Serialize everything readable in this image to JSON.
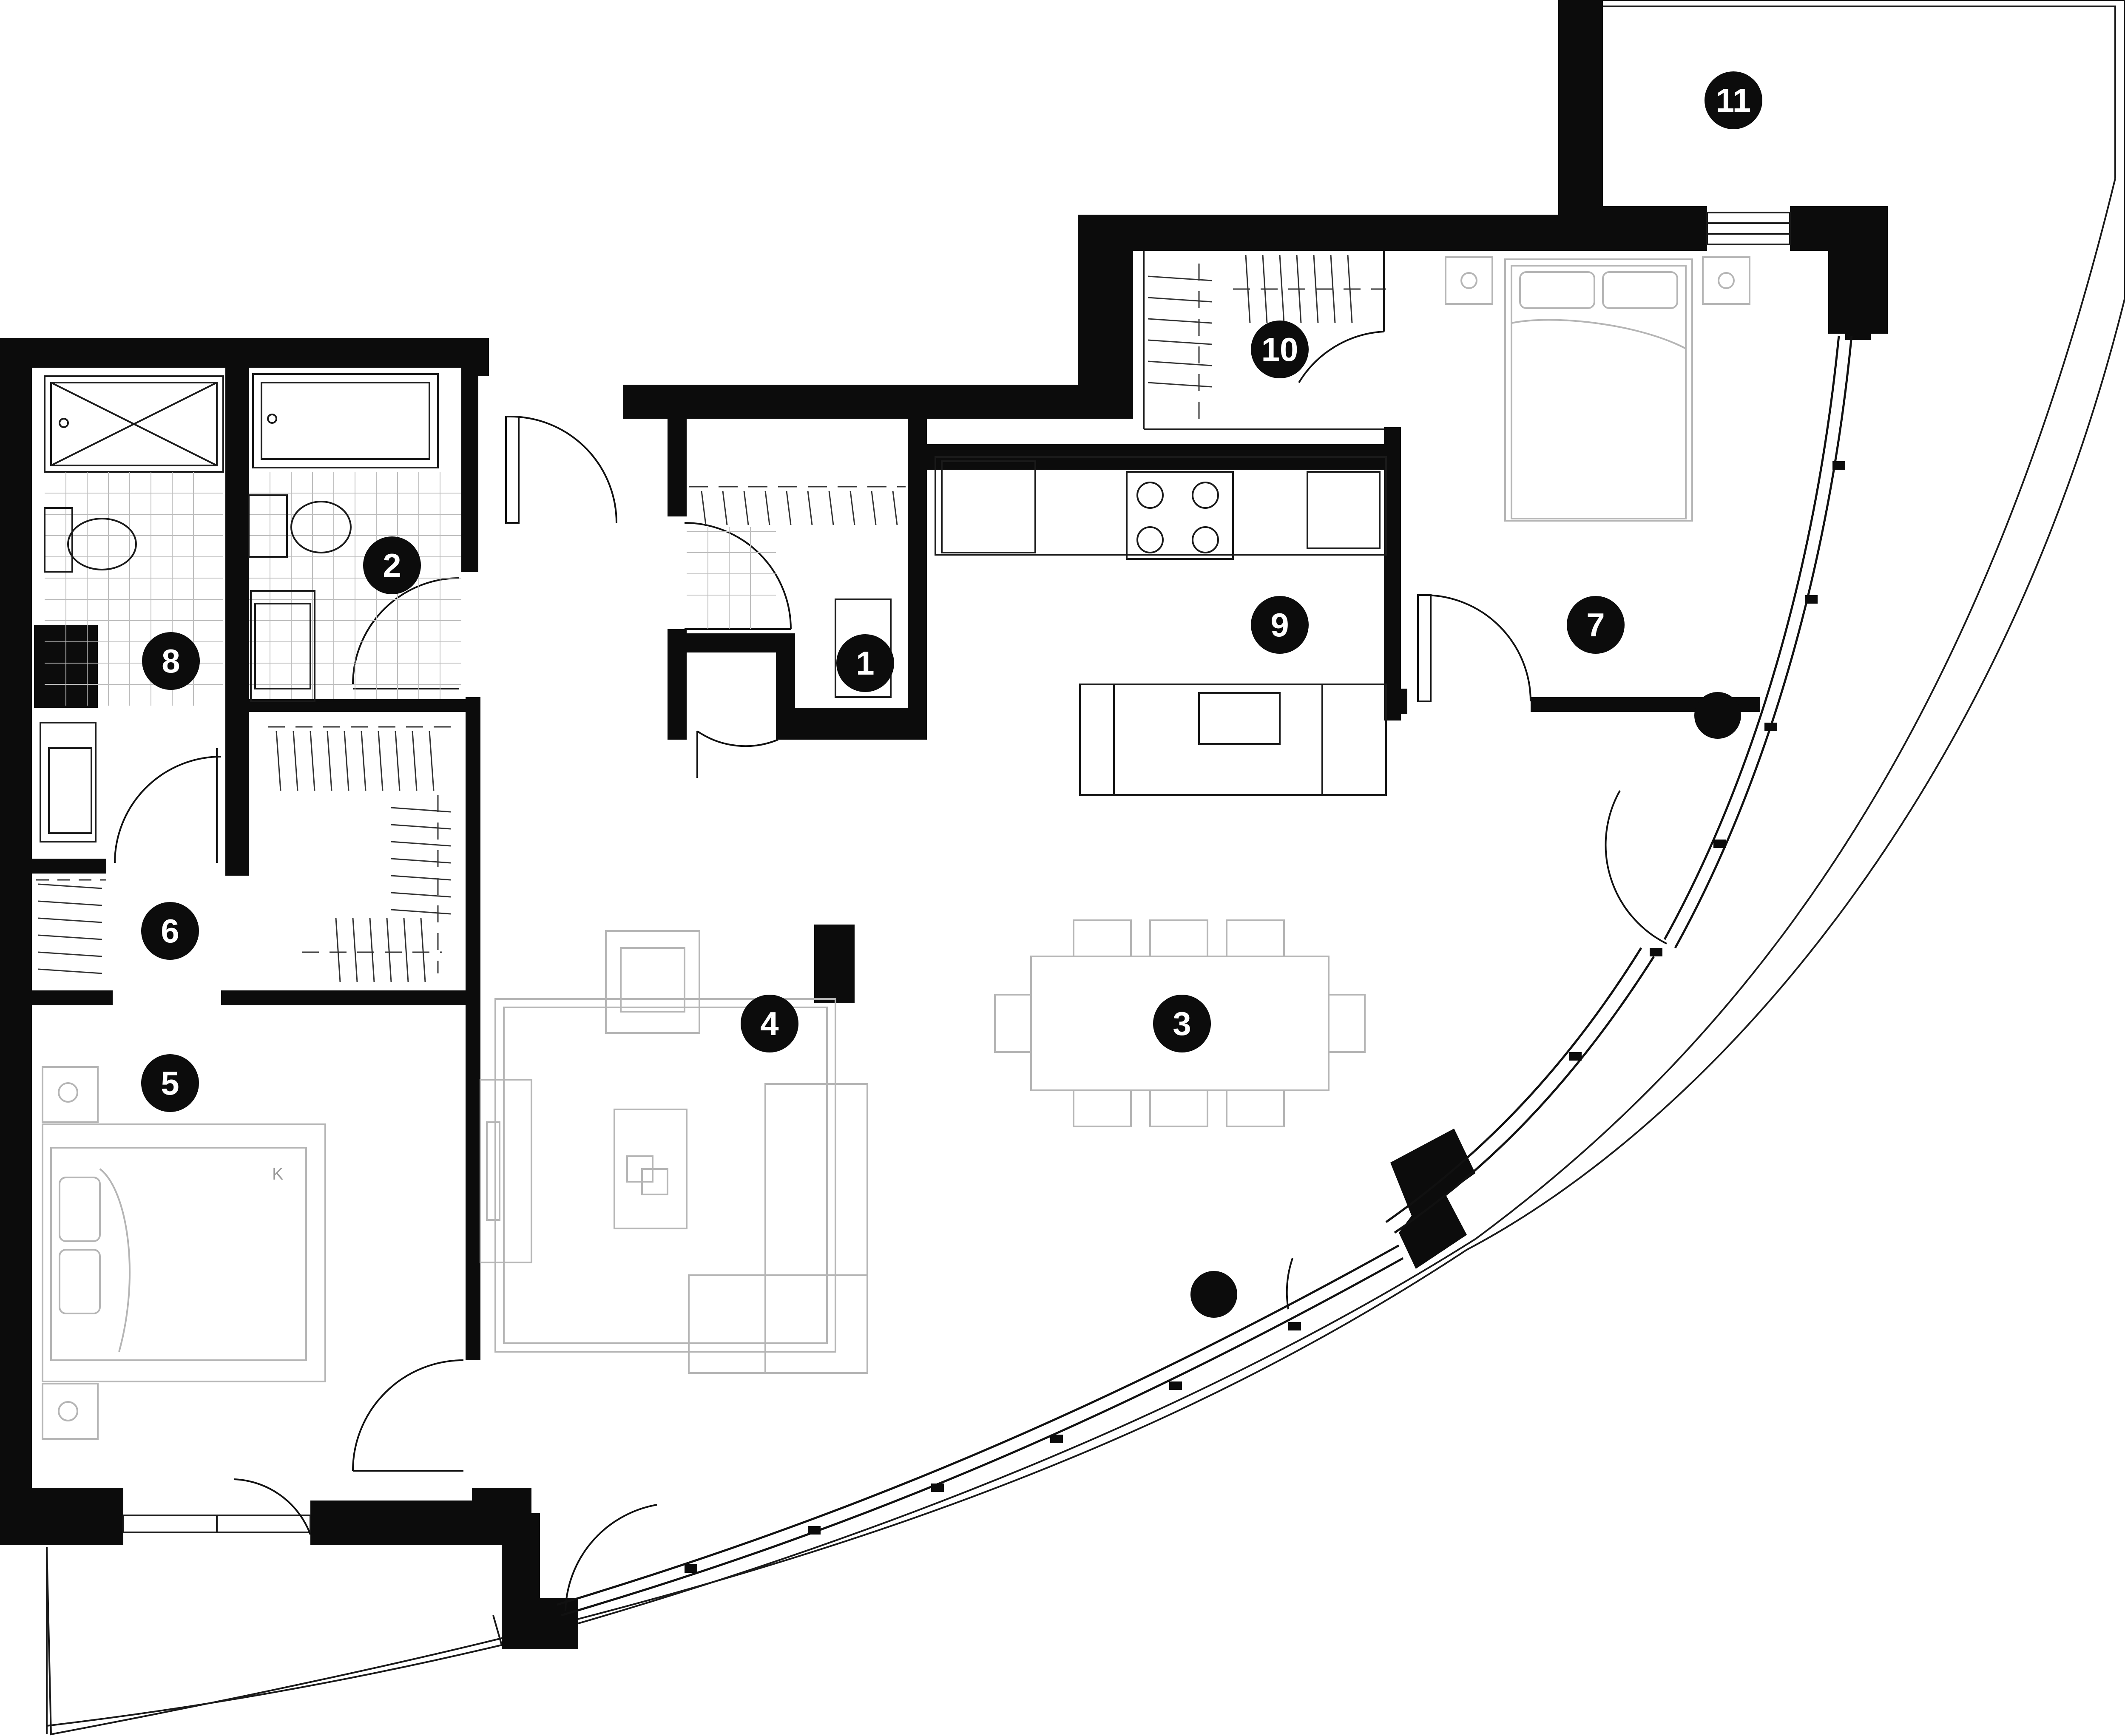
{
  "plan": {
    "room_labels": [
      {
        "id": "1",
        "text": "1"
      },
      {
        "id": "2",
        "text": "2"
      },
      {
        "id": "3",
        "text": "3"
      },
      {
        "id": "4",
        "text": "4"
      },
      {
        "id": "5",
        "text": "5"
      },
      {
        "id": "6",
        "text": "6"
      },
      {
        "id": "7",
        "text": "7"
      },
      {
        "id": "8",
        "text": "8"
      },
      {
        "id": "9",
        "text": "9"
      },
      {
        "id": "10",
        "text": "10"
      },
      {
        "id": "11",
        "text": "11"
      }
    ],
    "bed_mark": "K",
    "colors": {
      "wall": "#0c0c0c",
      "furniture": "#b5b5b5",
      "background": "#ffffff"
    }
  }
}
